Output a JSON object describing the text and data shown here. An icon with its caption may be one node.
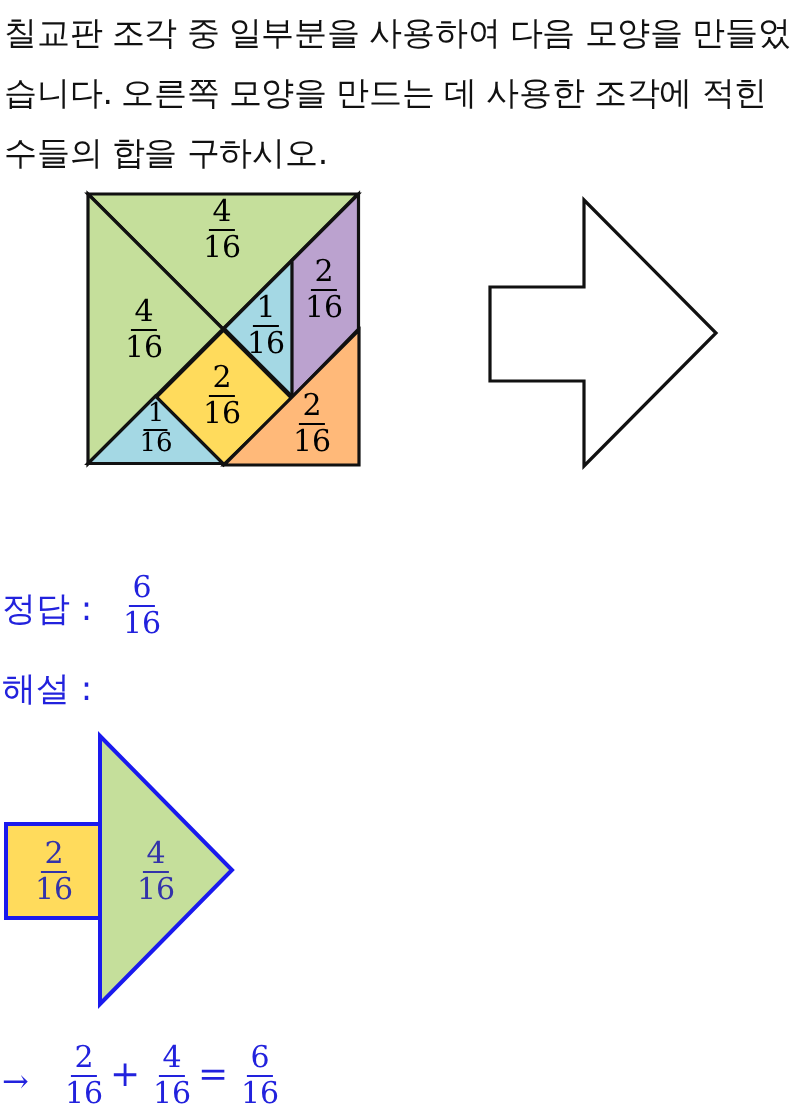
{
  "diagram": {
    "nodes": [
      {
        "text": [
          "4",
          "16"
        ]
      },
      {
        "text": [
          "4",
          "16"
        ]
      },
      {
        "text": [
          "1",
          "16"
        ]
      },
      {
        "text": [
          "2",
          "16"
        ]
      },
      {
        "text": [
          "2",
          "16"
        ]
      },
      {
        "text": [
          "1",
          "16"
        ]
      },
      {
        "text": [
          "2",
          "16"
        ]
      },
      {
        "text": [],
        "shape": "arrow"
      },
      {
        "text": [
          "2",
          "16"
        ]
      },
      {
        "text": [
          "4",
          "16"
        ]
      }
    ],
    "edges": [],
    "labels": [
      "칠교판 조각 중 일부분을 사용하여 다음 모양을 만들었습니다. 오른쪽 모양을 만드는 데 사용한 조각에 적힌 수들의 합을 구하시오.",
      "정답 :",
      "6",
      "16",
      "해설 :",
      "→",
      "2",
      "16",
      "+",
      "4",
      "16",
      "=",
      "6",
      "16"
    ]
  }
}
